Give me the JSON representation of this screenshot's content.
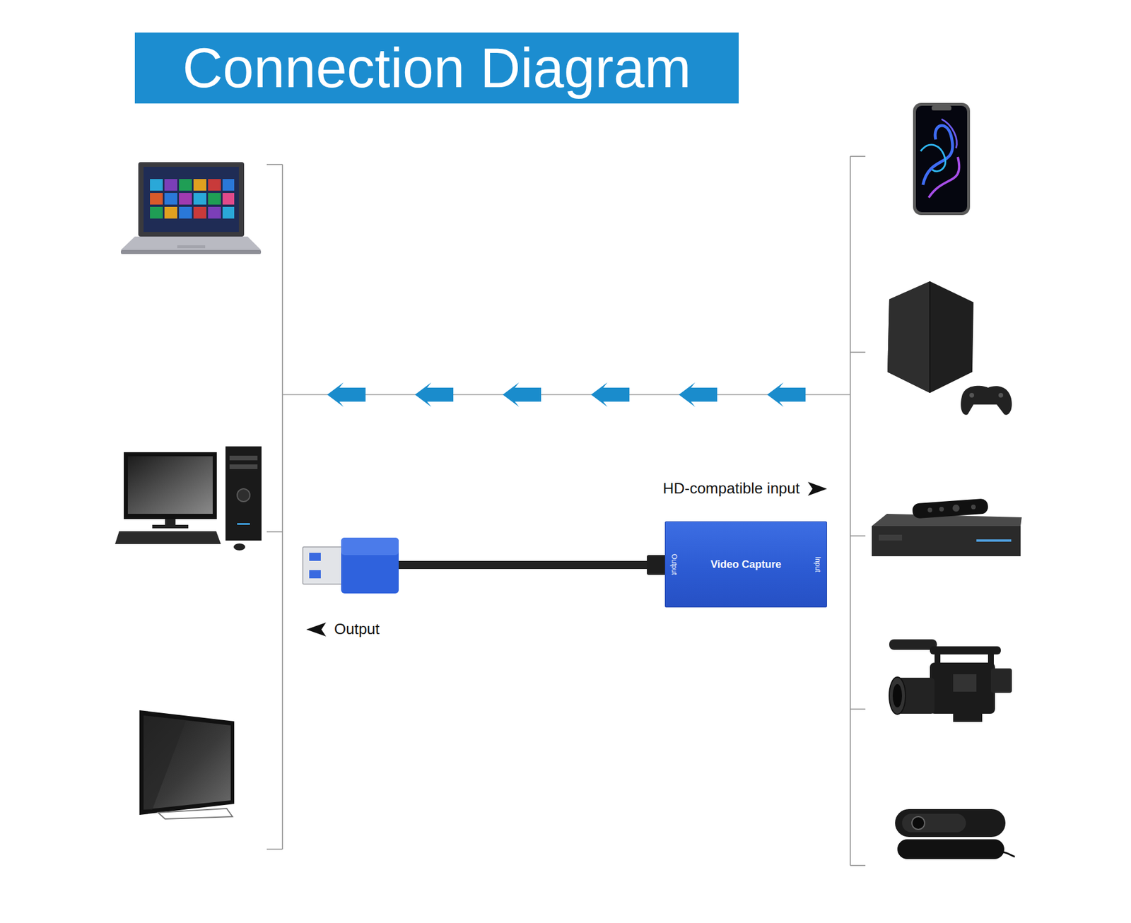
{
  "diagram": {
    "title": "Connection Diagram",
    "nodes": [
      {
        "text": [
          "Output",
          "Video Capture",
          "Input"
        ]
      }
    ],
    "labels": [
      "HD-compatible input",
      "Output"
    ]
  }
}
